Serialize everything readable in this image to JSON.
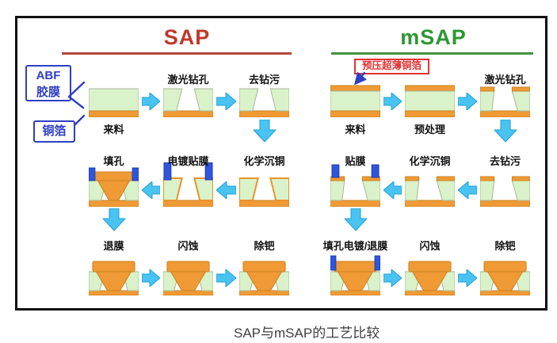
{
  "caption": "SAP与mSAP的工艺比较",
  "annotations": {
    "abf_label_line1": "ABF",
    "abf_label_line2": "胶膜",
    "copper_label": "铜箔",
    "msap_foil_label": "预压超薄铜箔"
  },
  "columns": [
    {
      "id": "sap",
      "title": "SAP",
      "title_color": "#c0392b",
      "underline_color": "#b4453c",
      "steps": [
        {
          "label": "来料",
          "shape": "slab",
          "row": 0,
          "col": 0,
          "label_pos": "below"
        },
        {
          "label": "激光钻孔",
          "shape": "drill",
          "row": 0,
          "col": 1,
          "label_pos": "above"
        },
        {
          "label": "去钻污",
          "shape": "drill",
          "row": 0,
          "col": 2,
          "label_pos": "above"
        },
        {
          "label": "化学沉铜",
          "shape": "drillcoat",
          "row": 1,
          "col": 2,
          "label_pos": "above"
        },
        {
          "label": "电镀贴膜",
          "shape": "drillpostA",
          "row": 1,
          "col": 1,
          "label_pos": "above"
        },
        {
          "label": "填孔",
          "shape": "fillpost",
          "row": 1,
          "col": 0,
          "label_pos": "above"
        },
        {
          "label": "退膜",
          "shape": "cap3",
          "row": 2,
          "col": 0,
          "label_pos": "above"
        },
        {
          "label": "闪蚀",
          "shape": "cap3",
          "row": 2,
          "col": 1,
          "label_pos": "above"
        },
        {
          "label": "除钯",
          "shape": "cap3",
          "row": 2,
          "col": 2,
          "label_pos": "above"
        }
      ]
    },
    {
      "id": "msap",
      "title": "mSAP",
      "title_color": "#2e9732",
      "underline_color": "#3f9440",
      "steps": [
        {
          "label": "来料",
          "shape": "slab2",
          "row": 0,
          "col": 0,
          "label_pos": "below"
        },
        {
          "label": "预处理",
          "shape": "slab2",
          "row": 0,
          "col": 1,
          "label_pos": "below"
        },
        {
          "label": "激光钻孔",
          "shape": "drillcap",
          "row": 0,
          "col": 2,
          "label_pos": "above"
        },
        {
          "label": "去钻污",
          "shape": "drillcap",
          "row": 1,
          "col": 2,
          "label_pos": "above"
        },
        {
          "label": "化学沉铜",
          "shape": "drillcap",
          "row": 1,
          "col": 1,
          "label_pos": "above"
        },
        {
          "label": "贴膜",
          "shape": "drillpostB",
          "row": 1,
          "col": 0,
          "label_pos": "above"
        },
        {
          "label": "填孔电镀/退膜",
          "shape": "fillpostcap",
          "row": 2,
          "col": 0,
          "label_pos": "above"
        },
        {
          "label": "闪蚀",
          "shape": "cap3",
          "row": 2,
          "col": 1,
          "label_pos": "above"
        },
        {
          "label": "除钯",
          "shape": "cap3",
          "row": 2,
          "col": 2,
          "label_pos": "above"
        }
      ]
    }
  ],
  "colors": {
    "copper": "#f09a35",
    "copper_edge": "#c9811f",
    "substrate": "#d9f2c9",
    "substrate_edge": "#a8b694",
    "coat_outline": "#e8922a",
    "dry_film_blue": "#2f55dd",
    "dry_film_edge": "#1f3bb0",
    "arrow_fill": "#49c3f1",
    "arrow_edge": "#1f9fd4",
    "callout_blue": "#2f3ec2",
    "callout_red": "#e23333",
    "label_text": "#111111",
    "caption_text": "#404040",
    "frame": "#101010"
  }
}
